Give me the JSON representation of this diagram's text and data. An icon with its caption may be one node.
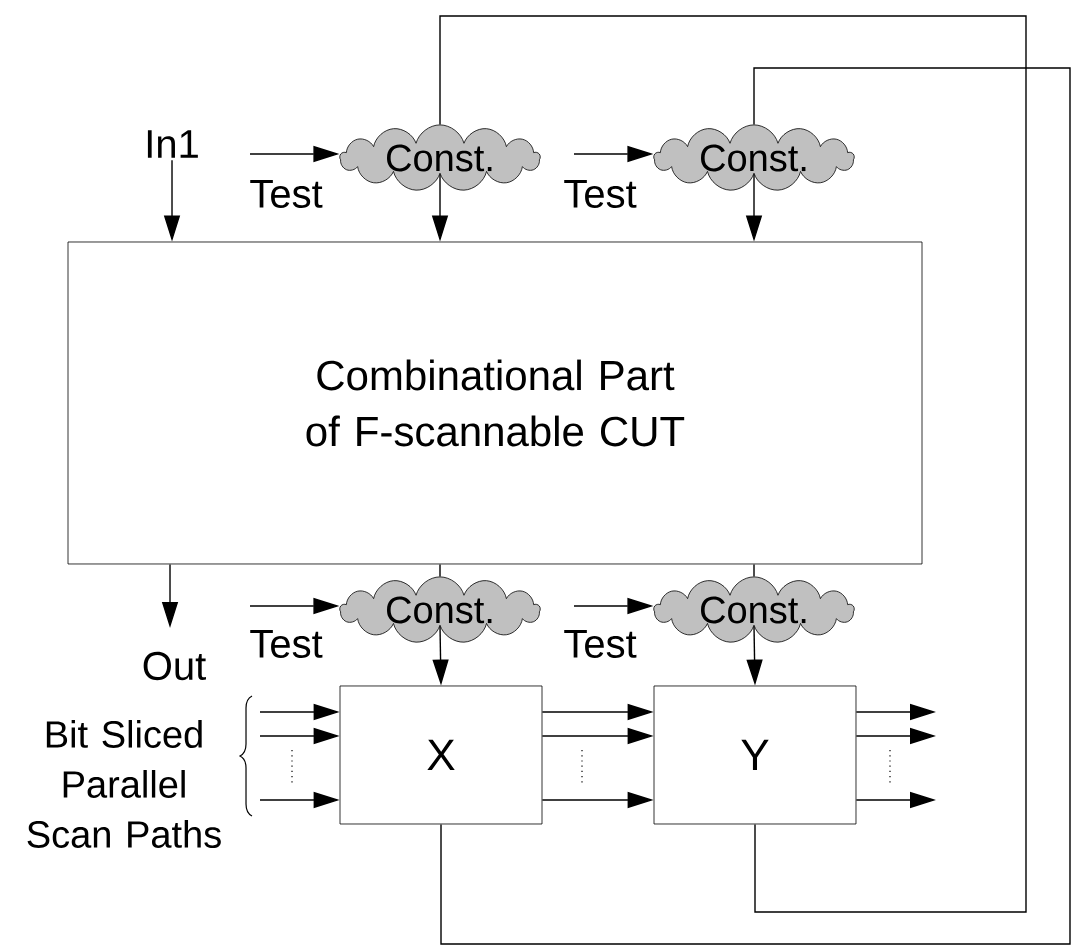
{
  "diagram": {
    "nodes": [
      {
        "text": [
          "In1"
        ]
      },
      {
        "text": [
          "Const."
        ]
      },
      {
        "text": [
          "Const."
        ]
      },
      {
        "text": [
          "Combinational Part of F-scannable CUT"
        ]
      },
      {
        "text": [
          "Out"
        ]
      },
      {
        "text": [
          "Const."
        ]
      },
      {
        "text": [
          "Const."
        ]
      },
      {
        "text": [
          "X"
        ]
      },
      {
        "text": [
          "Y"
        ]
      }
    ],
    "edges": [
      {
        "from": 0,
        "to": 3,
        "arrow": "to"
      },
      {
        "from": null,
        "to": 1,
        "arrow": "to",
        "label": "Test"
      },
      {
        "from": null,
        "to": 2,
        "arrow": "to",
        "label": "Test"
      },
      {
        "from": 8,
        "to": 1,
        "arrow": "none"
      },
      {
        "from": 1,
        "to": 3,
        "arrow": "to"
      },
      {
        "from": 7,
        "to": 2,
        "arrow": "none"
      },
      {
        "from": 2,
        "to": 3,
        "arrow": "to"
      },
      {
        "from": 3,
        "to": 4,
        "arrow": "to"
      },
      {
        "from": null,
        "to": 5,
        "arrow": "to",
        "label": "Test"
      },
      {
        "from": null,
        "to": 6,
        "arrow": "to",
        "label": "Test"
      },
      {
        "from": 3,
        "to": 5,
        "arrow": "none"
      },
      {
        "from": 5,
        "to": 7,
        "arrow": "to"
      },
      {
        "from": 3,
        "to": 6,
        "arrow": "none"
      },
      {
        "from": 6,
        "to": 8,
        "arrow": "to"
      },
      {
        "from": null,
        "to": 7,
        "arrow": "to"
      },
      {
        "from": null,
        "to": 7,
        "arrow": "to"
      },
      {
        "from": null,
        "to": 7,
        "arrow": "to"
      },
      {
        "from": 7,
        "to": 8,
        "arrow": "to"
      },
      {
        "from": 7,
        "to": 8,
        "arrow": "to"
      },
      {
        "from": 7,
        "to": 8,
        "arrow": "to"
      },
      {
        "from": 8,
        "to": null,
        "arrow": "to"
      },
      {
        "from": 8,
        "to": null,
        "arrow": "to"
      },
      {
        "from": 8,
        "to": null,
        "arrow": "to"
      }
    ],
    "labels": [
      "Bit Sliced Parallel Scan Paths"
    ]
  }
}
